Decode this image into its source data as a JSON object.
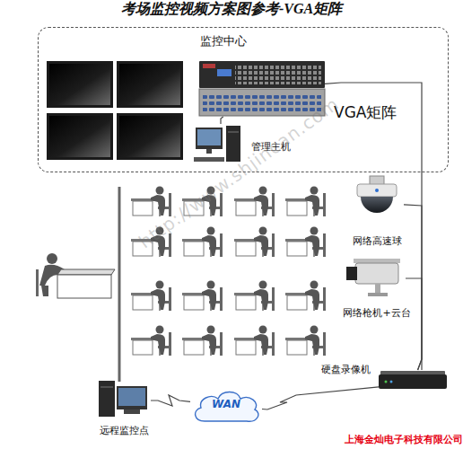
{
  "diagram": {
    "title": "考场监控视频方案图参考-VGA矩阵",
    "nodes": [
      {
        "text": [
          "监控中心"
        ]
      },
      {
        "text": [
          "VGA矩阵"
        ],
        "in": 0
      },
      {
        "text": [
          "管理主机"
        ],
        "in": 0
      },
      {
        "text": [
          "网络高速球"
        ]
      },
      {
        "text": [
          "网络枪机+云台"
        ]
      },
      {
        "text": [
          "硬盘录像机"
        ]
      },
      {
        "text": [
          "WAN"
        ]
      },
      {
        "text": [
          "远程监控点"
        ]
      }
    ],
    "edges": [
      {
        "from": 2,
        "to": 1,
        "arrow": "none"
      },
      {
        "from": 5,
        "to": 1,
        "arrow": "none"
      },
      {
        "from": 3,
        "to": 5,
        "arrow": "none"
      },
      {
        "from": 4,
        "to": 5,
        "arrow": "none"
      },
      {
        "from": 5,
        "to": 6,
        "arrow": "none"
      },
      {
        "from": 6,
        "to": 7,
        "arrow": "none"
      }
    ],
    "labels": [
      "http://www.shjincan.com",
      "上海金灿电子科技有限公司"
    ]
  }
}
